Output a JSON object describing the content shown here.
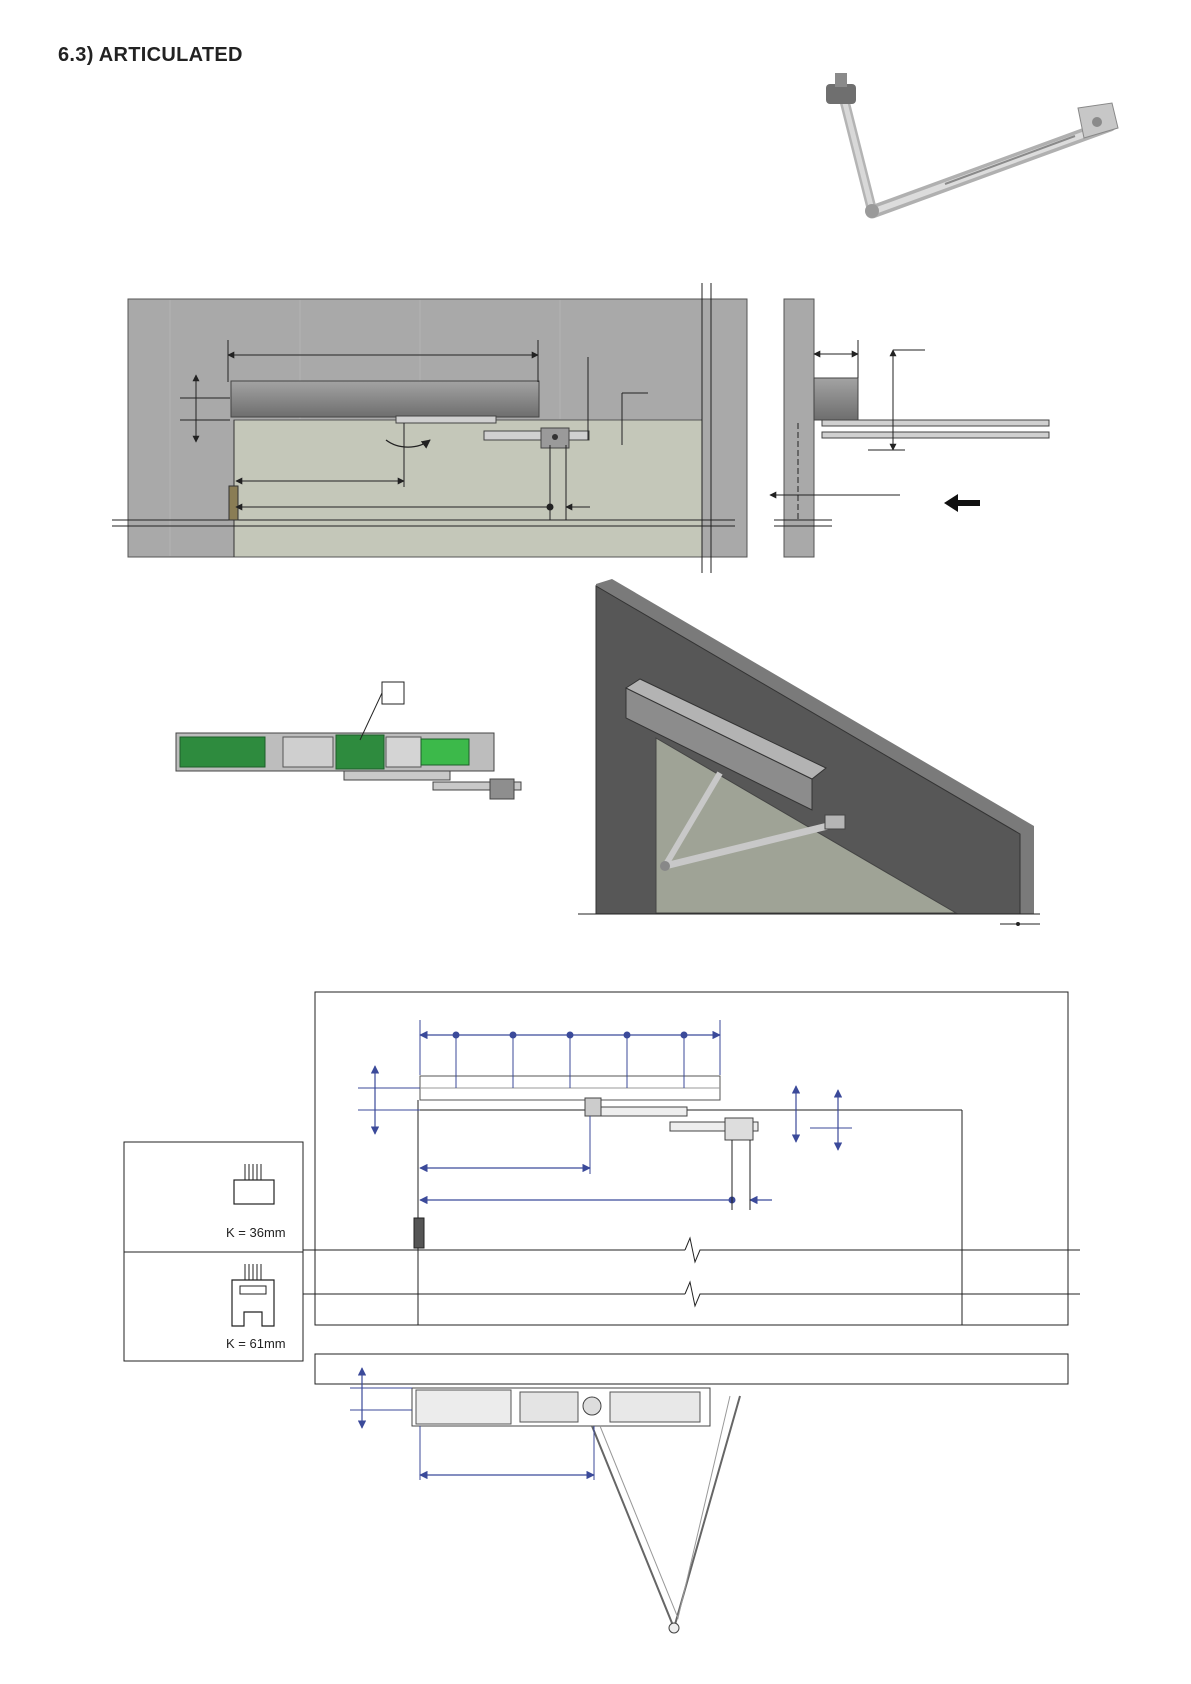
{
  "page": {
    "title": "6.3) ARTICULATED"
  },
  "key_options": [
    {
      "label": "K = 36mm"
    },
    {
      "label": "K = 61mm"
    }
  ],
  "colors": {
    "wall": "#a9a9a9",
    "door_panel": "#c4c7b9",
    "operator_body": "#8e8e8e",
    "pcb_green": "#2e8b3e",
    "dimension_blue": "#3b4a9a",
    "outline": "#333333"
  }
}
